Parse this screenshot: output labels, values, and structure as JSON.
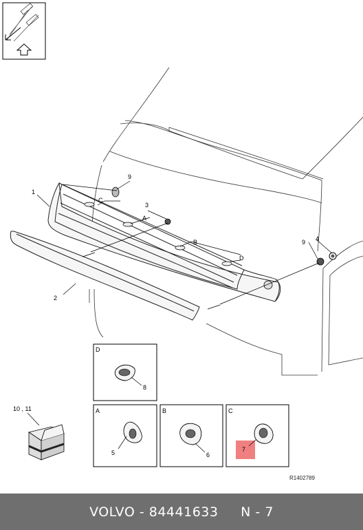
{
  "callouts": {
    "c1": "1",
    "c2": "2",
    "c3": "3",
    "c4": "4",
    "c9a": "9",
    "c9b": "9",
    "cA": "A",
    "cB": "B",
    "cC": "C",
    "cD": "D",
    "c10_11": "10 , 11"
  },
  "detail_boxes": {
    "D": {
      "label": "D",
      "part": "8"
    },
    "A": {
      "label": "A",
      "part": "5"
    },
    "B": {
      "label": "B",
      "part": "6"
    },
    "C": {
      "label": "C",
      "part": "7"
    }
  },
  "reference": "R1402789",
  "footer": {
    "brand": "VOLVO",
    "separator": " - ",
    "part_number": "84441633",
    "gap": "     ",
    "position": "N - 7"
  },
  "colors": {
    "footer_bg": "#6f6f6f",
    "highlight": "#f08080"
  }
}
